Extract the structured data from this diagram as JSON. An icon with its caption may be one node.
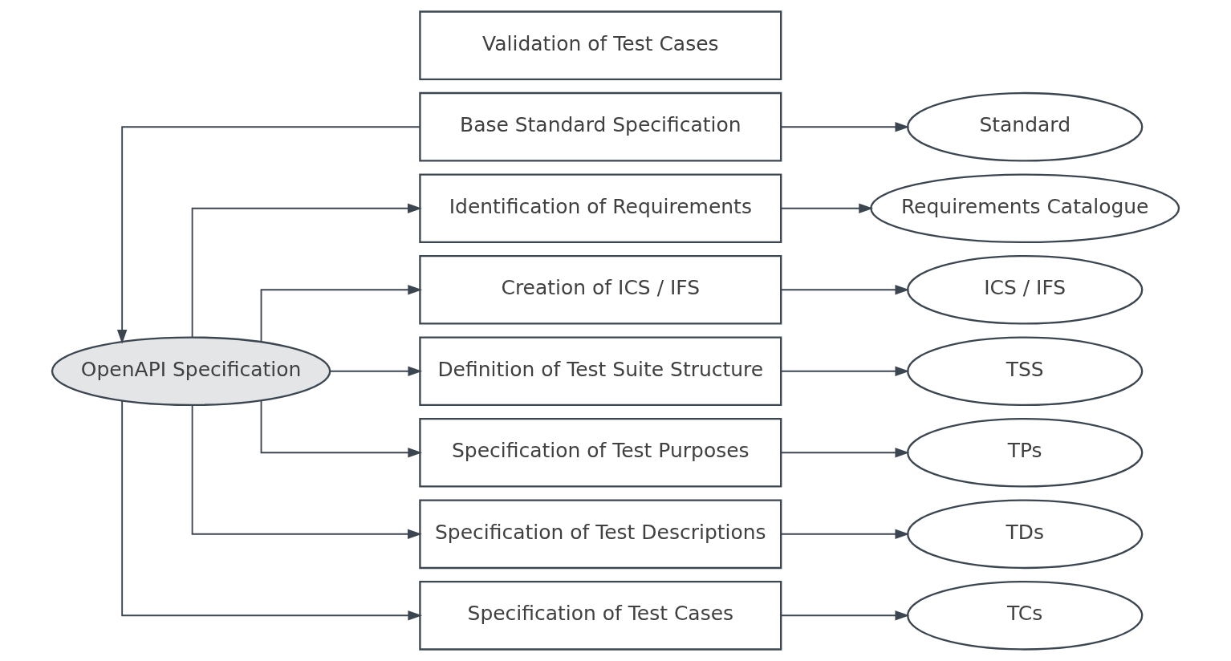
{
  "diagram": {
    "nodes": [
      {
        "text": [
          "OpenAPI Specification"
        ]
      },
      {
        "text": [
          "Base Standard Specification"
        ]
      },
      {
        "text": [
          "Identification of Requirements"
        ]
      },
      {
        "text": [
          "Creation of ICS / IFS"
        ]
      },
      {
        "text": [
          "Definition of Test Suite Structure"
        ]
      },
      {
        "text": [
          "Specification of Test Purposes"
        ]
      },
      {
        "text": [
          "Specification of Test Descriptions"
        ]
      },
      {
        "text": [
          "Specification of Test Cases"
        ]
      },
      {
        "text": [
          "Validation of Test Cases"
        ]
      },
      {
        "text": [
          "Standard"
        ]
      },
      {
        "text": [
          "Requirements Catalogue"
        ]
      },
      {
        "text": [
          "ICS / IFS"
        ]
      },
      {
        "text": [
          "TSS"
        ]
      },
      {
        "text": [
          "TPs"
        ]
      },
      {
        "text": [
          "TDs"
        ]
      },
      {
        "text": [
          "TCs"
        ]
      }
    ],
    "edges": [
      {
        "from": 1,
        "to": 0,
        "arrow": "to"
      },
      {
        "from": 0,
        "to": 2,
        "arrow": "to"
      },
      {
        "from": 0,
        "to": 3,
        "arrow": "to"
      },
      {
        "from": 0,
        "to": 4,
        "arrow": "to"
      },
      {
        "from": 0,
        "to": 5,
        "arrow": "to"
      },
      {
        "from": 0,
        "to": 6,
        "arrow": "to"
      },
      {
        "from": 0,
        "to": 7,
        "arrow": "to"
      },
      {
        "from": 1,
        "to": 9,
        "arrow": "to"
      },
      {
        "from": 2,
        "to": 10,
        "arrow": "to"
      },
      {
        "from": 3,
        "to": 11,
        "arrow": "to"
      },
      {
        "from": 4,
        "to": 12,
        "arrow": "to"
      },
      {
        "from": 5,
        "to": 13,
        "arrow": "to"
      },
      {
        "from": 6,
        "to": 14,
        "arrow": "to"
      },
      {
        "from": 7,
        "to": 15,
        "arrow": "to"
      }
    ]
  }
}
